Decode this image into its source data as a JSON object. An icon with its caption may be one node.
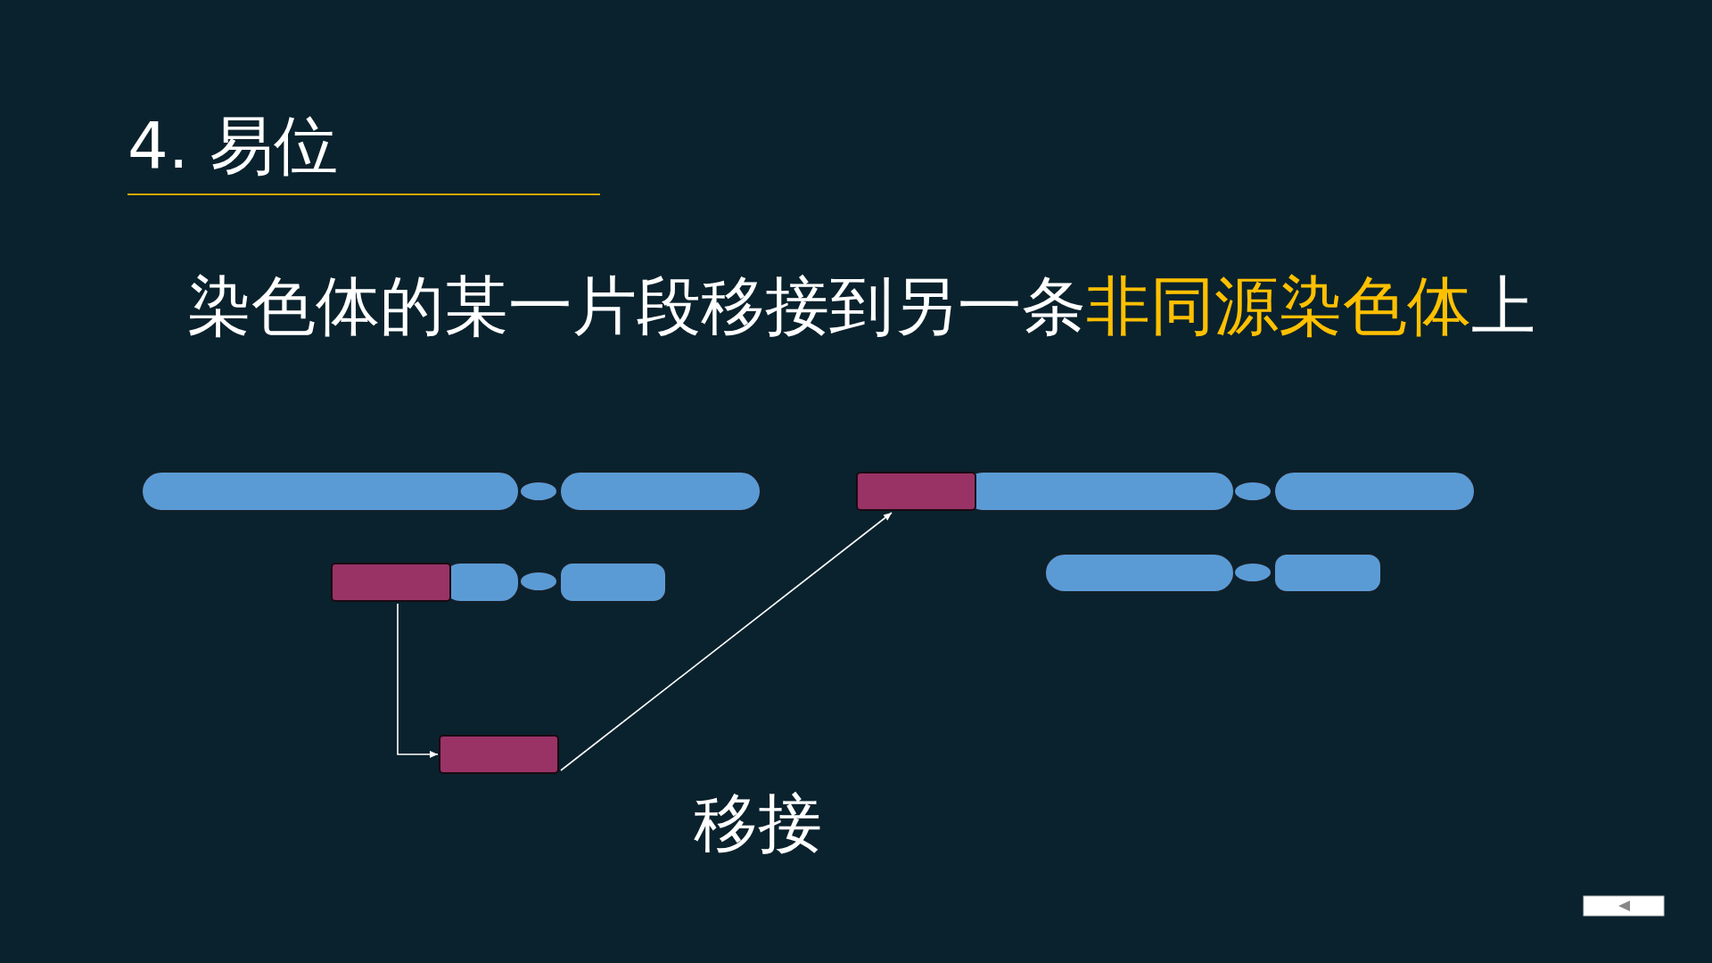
{
  "diagram": {
    "title": "4. 易位",
    "nodes": [
      {
        "text": [],
        "shape": "bar"
      },
      {
        "text": [],
        "shape": "bar"
      },
      {
        "text": [],
        "shape": "bar"
      }
    ],
    "edges": [
      {
        "from": 0,
        "to": 1,
        "arrow": "to"
      },
      {
        "from": 1,
        "to": 2,
        "arrow": "to"
      }
    ],
    "labels": [
      "染色体的某一片段移接到另一条**非同源染色体**上",
      "移接"
    ]
  }
}
